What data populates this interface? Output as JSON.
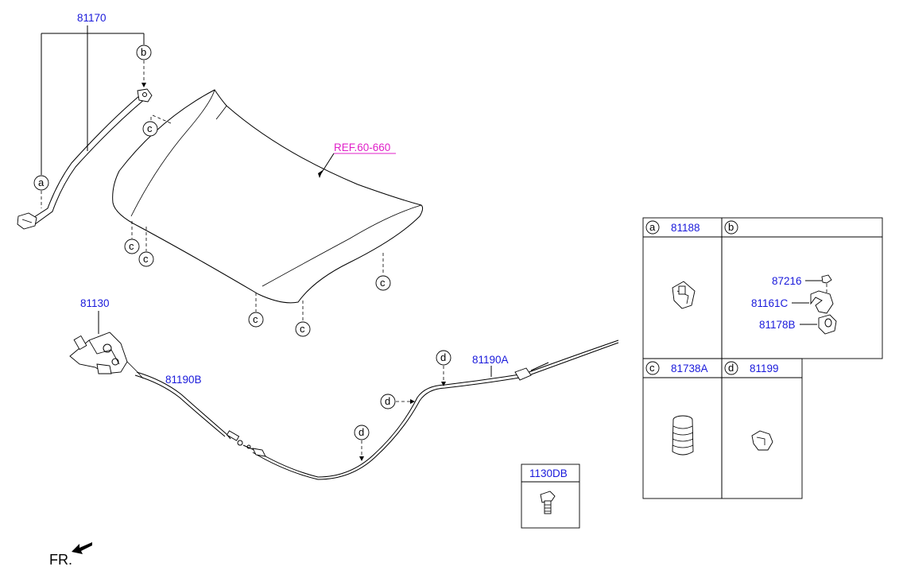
{
  "labels": {
    "stay_rod": "81170",
    "hood_ref": "REF.60-660",
    "latch": "81130",
    "cable_b": "81190B",
    "cable_a": "81190A",
    "table_a_part": "81188",
    "table_c_part": "81738A",
    "table_d_part": "81199",
    "part_87216": "87216",
    "part_81161c": "81161C",
    "part_81178b": "81178B",
    "bolt_box": "1130DB",
    "front": "FR."
  },
  "letters": {
    "a": "a",
    "b": "b",
    "c": "c",
    "d": "d"
  }
}
